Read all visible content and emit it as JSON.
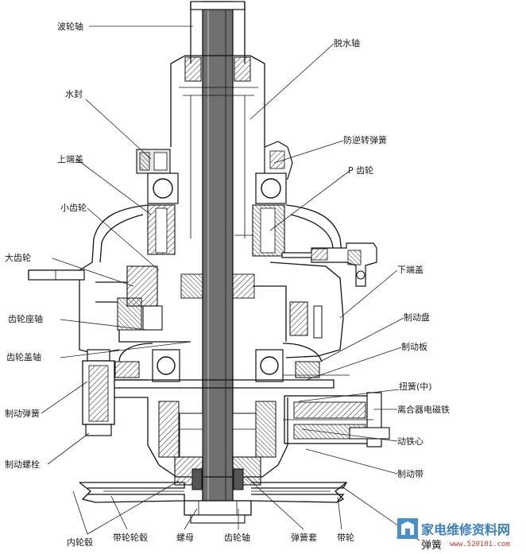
{
  "labels": {
    "wave_shaft": "波轮轴",
    "spin_shaft": "脱水轴",
    "water_seal": "水封",
    "anti_reverse_spring": "防逆转弹簧",
    "upper_cover": "上端盖",
    "p_gear": "P 齿轮",
    "small_gear": "小齿轮",
    "big_gear": "大齿轮",
    "lower_cover": "下端盖",
    "gear_seat_shaft": "齿轮座轴",
    "brake_disc": "制动盘",
    "gear_cover_shaft": "齿轮盖轴",
    "brake_plate": "制动板",
    "torsion_spring_mid": "扭簧(中)",
    "brake_spring": "制动弹簧",
    "clutch_electromagnet": "离合器电磁铁",
    "moving_core": "动铁心",
    "brake_bolt": "制动螺栓",
    "brake_band": "制动带",
    "inner_hub": "内轮毂",
    "pulley_hub": "带轮轮毂",
    "nut": "螺母",
    "gear_shaft": "齿轮轴",
    "spring_sleeve": "弹簧套",
    "pulley": "带轮",
    "spring": "弹簧"
  },
  "watermark": {
    "text": "家电维修资料网",
    "url": "www.520101.com"
  }
}
